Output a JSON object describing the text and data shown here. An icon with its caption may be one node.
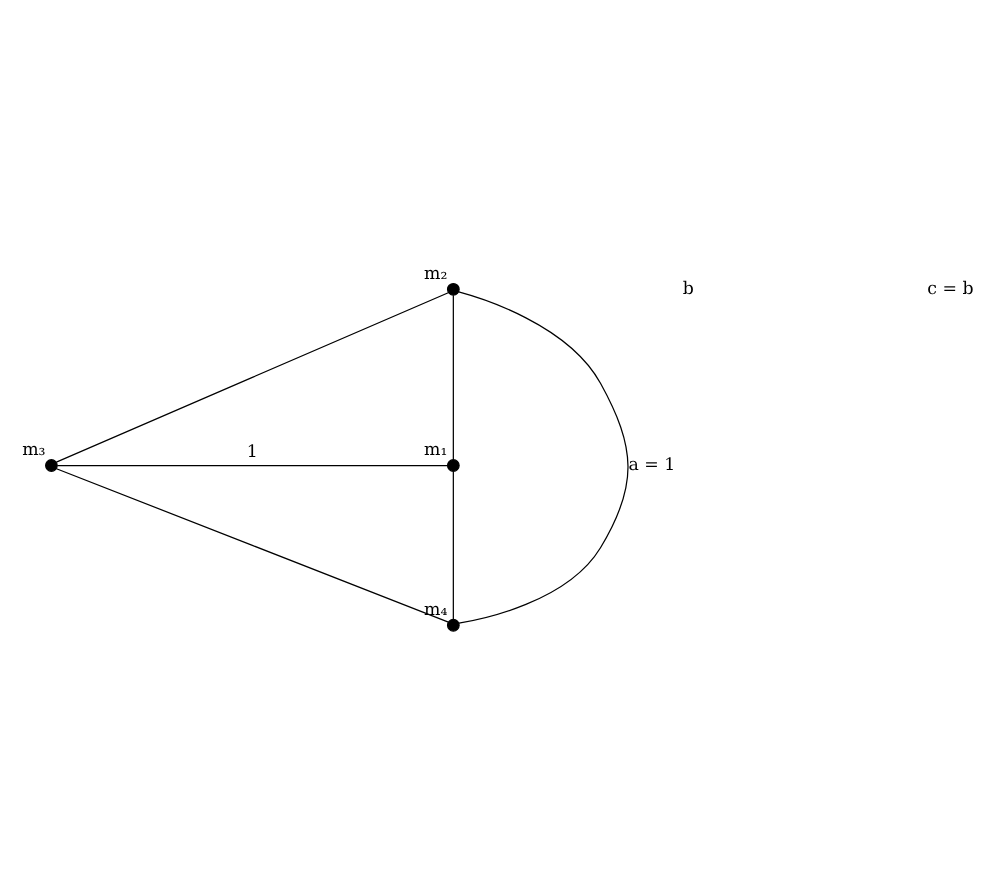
{
  "diagram": {
    "nodes": [
      {
        "text": [],
        "shape": "circle",
        "beside": [
          "m₂"
        ]
      },
      {
        "text": [],
        "shape": "circle",
        "beside": [
          "m₃"
        ]
      },
      {
        "text": [],
        "shape": "circle",
        "beside": [
          "m₁"
        ]
      },
      {
        "text": [],
        "shape": "circle",
        "beside": [
          "m₄"
        ]
      }
    ],
    "edges": [
      {
        "from": 0,
        "to": 1,
        "arrow": "none"
      },
      {
        "from": 0,
        "to": 2,
        "arrow": "none"
      },
      {
        "from": 0,
        "to": 3,
        "arrow": "none",
        "label": "a = 1"
      },
      {
        "from": 1,
        "to": 2,
        "arrow": "none",
        "label": "1"
      },
      {
        "from": 1,
        "to": 3,
        "arrow": "none"
      },
      {
        "from": 3,
        "to": 2,
        "arrow": "none"
      }
    ],
    "labels": [
      "b",
      "c = b"
    ]
  }
}
